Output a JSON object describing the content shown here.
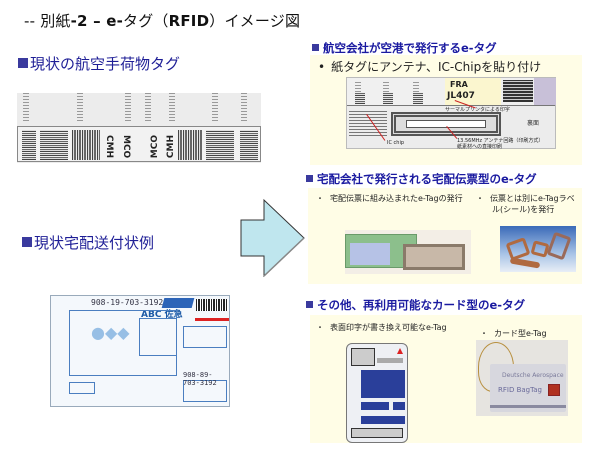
{
  "title": {
    "prefix": "-- 別紙",
    "num": "-2 – e-",
    "suffix": "タグ（",
    "rfid": "RFID",
    "end": "）イメージ図"
  },
  "left": {
    "section1_heading": "現状の航空手荷物タグ",
    "section2_heading": "現状宅配送付状例",
    "bagtag_codes": [
      "CMH",
      "MCO",
      "MCO",
      "CMH"
    ],
    "slip": {
      "tracking_number": "908-19-703-3192",
      "tracking_number_2": "908-89-703-3192",
      "company": "ABC 佐急"
    }
  },
  "right": {
    "section1": {
      "heading": "航空会社が空港で発行するe-タグ",
      "bullet": "紙タグにアンテナ、IC-Chipを貼り付け",
      "image_labels": {
        "flight_dest": "FRA",
        "flight_no": "JL407",
        "thermal_print": "サーマルプリンタによる印字",
        "back_side": "裏面",
        "ic_chip": "IC chip",
        "antenna_line1": "13.56MHz アンテナ回路（印刷方式）",
        "antenna_line2": "紙素材への直接印刷"
      }
    },
    "section2": {
      "heading": "宅配会社で発行される宅配伝票型のe-タグ",
      "bullet_left": "宅配伝票に組み込まれたe-Tagの発行",
      "bullet_right_line1": "伝票とは別にe-Tagラベ",
      "bullet_right_line2": "ル(シール)を発行"
    },
    "section3": {
      "heading": "その他、再利用可能なカード型のe-タグ",
      "bullet_left": "表面印字が書き換え可能なe-Tag",
      "bullet_right": "カード型e-Tag",
      "card_text_1": "Deutsche Aerospace",
      "card_text_2": "RFID BagTag"
    }
  },
  "colors": {
    "heading_blue": "#1e1e96",
    "panel_bg": "#fffde6",
    "arrow_fill": "#bfe6ee"
  }
}
